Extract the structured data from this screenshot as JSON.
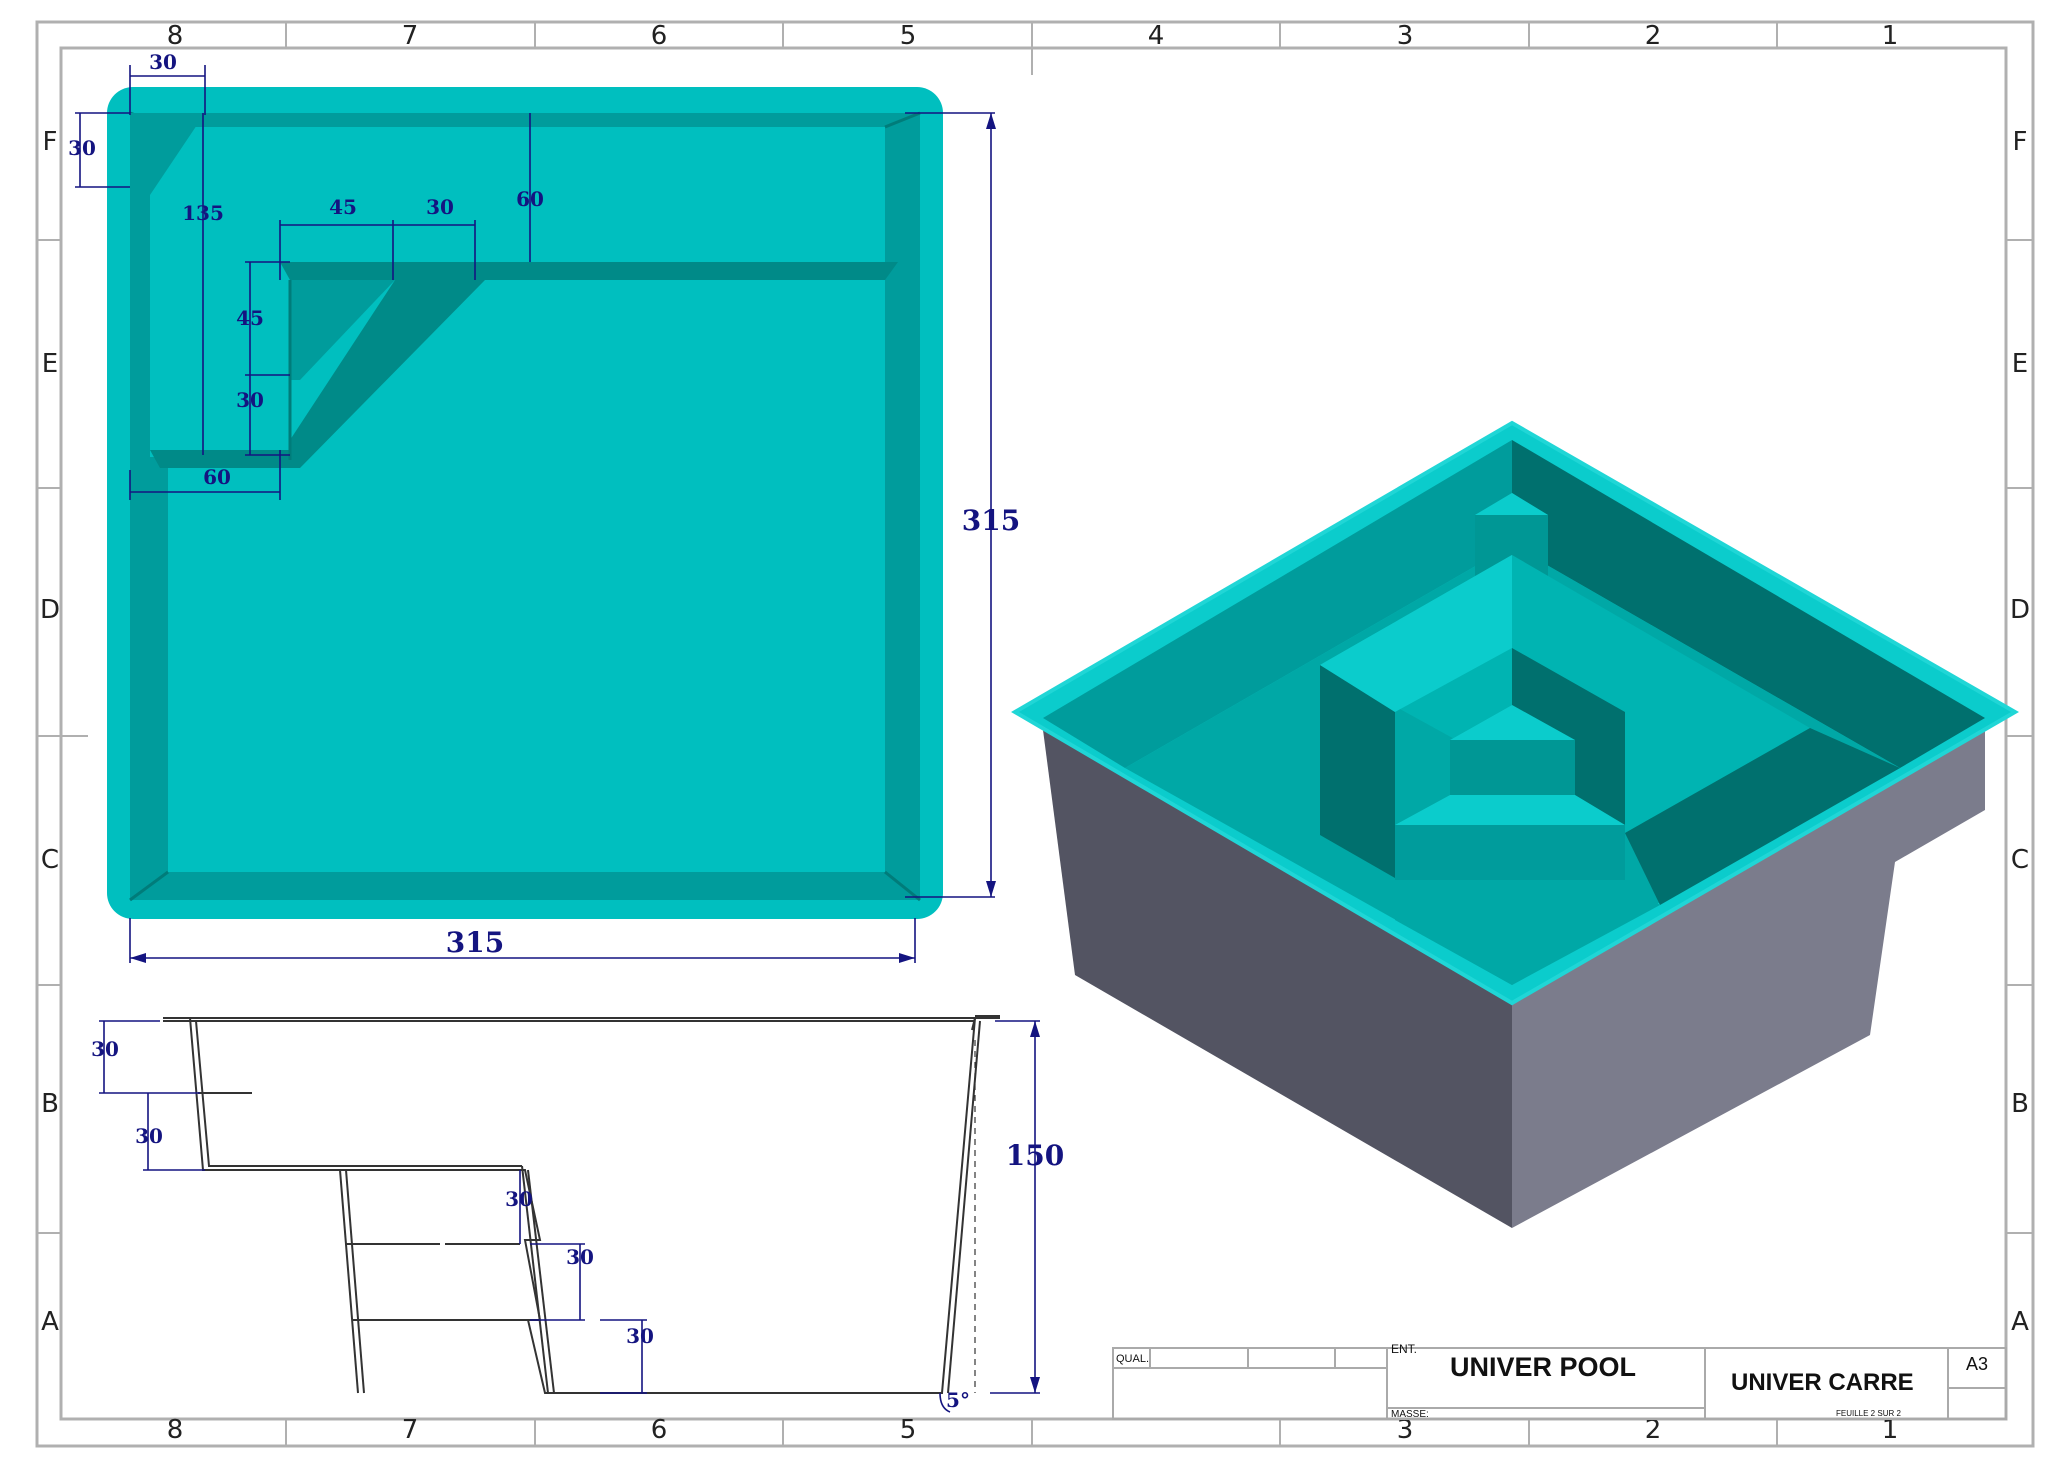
{
  "colors": {
    "pool": "#00bfbf",
    "pool_light": "#0bcccc",
    "pool_mid": "#009c9c",
    "pool_dark": "#00706e",
    "shell_left": "#535462",
    "shell_right": "#7b7c8c",
    "dim_blue": "#141480",
    "frame": "#b0b0b0"
  },
  "grid": {
    "columns": [
      "8",
      "7",
      "6",
      "5",
      "4",
      "3",
      "2",
      "1"
    ],
    "rows": [
      "F",
      "E",
      "D",
      "C",
      "B",
      "A"
    ]
  },
  "plan_view": {
    "dims": {
      "top_width": "30",
      "corner_height": "30",
      "step_depth": "135",
      "step_w1": "45",
      "step_w2": "30",
      "bench_depth": "60",
      "step_h1": "45",
      "step_h2": "30",
      "bottom_width": "60",
      "total_height": "315",
      "total_width": "315"
    }
  },
  "section_view": {
    "dims": {
      "d1": "30",
      "d2": "30",
      "d3": "30",
      "d4": "30",
      "d5": "30",
      "depth": "150",
      "angle": "5°"
    }
  },
  "title_block": {
    "qual_label": "QUAL.",
    "ent_label": "ENT.",
    "masse_label": "MASSE:",
    "company": "UNIVER POOL",
    "product": "UNIVER CARRE",
    "format": "A3",
    "sheet": "FEUILLE 2 SUR 2"
  }
}
